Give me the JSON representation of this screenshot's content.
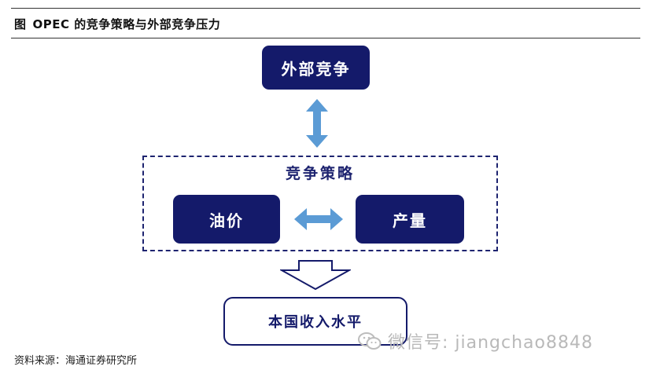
{
  "header": {
    "prefix": "图",
    "title": "OPEC 的竞争策略与外部竞争压力"
  },
  "diagram": {
    "external": "外部竞争",
    "strategy_label": "竞争策略",
    "price": "油价",
    "production": "产量",
    "income": "本国收入水平"
  },
  "footer": {
    "source": "资料来源：海通证券研究所"
  },
  "watermark": {
    "text": "微信号: jiangchao8848",
    "icon": "wechat-icon"
  },
  "colors": {
    "navy": "#141a6a",
    "arrow_blue": "#5b9bd5"
  }
}
